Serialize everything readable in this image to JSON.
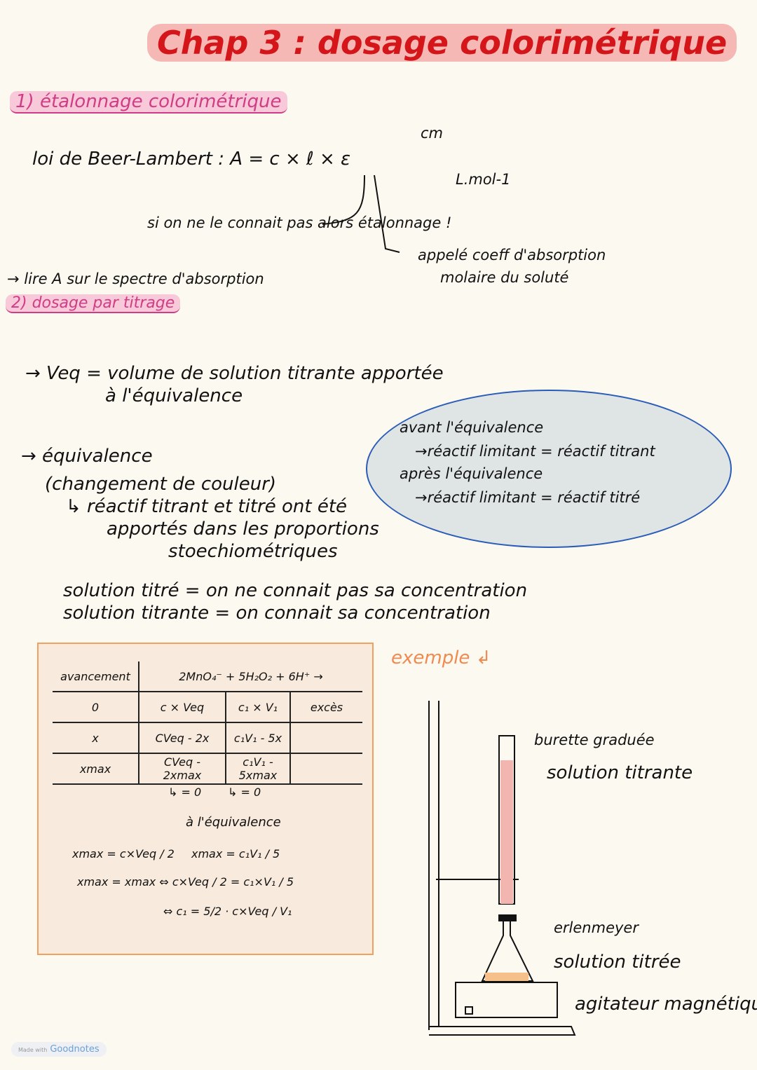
{
  "title": "Chap 3 : dosage colorimétrique",
  "section1": {
    "heading": "1) étalonnage colorimétrique",
    "law": "loi de Beer-Lambert :  A = c × ℓ × ε",
    "unit_l": "cm",
    "unit_eps": "L.mol-1",
    "note_c": "si on ne le connait pas alors étalonnage !",
    "note_eps_1": "appelé coeff d'absorption",
    "note_eps_2": "molaire du soluté",
    "read_a": "→ lire A sur le spectre d'absorption"
  },
  "section2": {
    "heading": "2) dosage par titrage",
    "veq_1": "→ Veq = volume de solution titrante apportée",
    "veq_2": "à l'équivalence",
    "equiv_1": "→ équivalence",
    "equiv_2": "(changement de couleur)",
    "equiv_3": "↳ réactif titrant et titré ont été",
    "equiv_4": "apportés dans les proportions",
    "equiv_5": "stoechiométriques",
    "bubble": [
      "avant l'équivalence",
      "→réactif limitant = réactif titrant",
      "après l'équivalence",
      "→réactif limitant = réactif titré"
    ],
    "titre": "solution titré = on ne connait pas sa concentration",
    "titrante": "solution titrante = on connait sa concentration",
    "example": "exemple ↲"
  },
  "table": {
    "header": [
      "avancement",
      "2MnO₄⁻  +  5H₂O₂  + 6H⁺  →"
    ],
    "rows": [
      [
        "0",
        "c × Veq",
        "c₁ × V₁",
        "excès"
      ],
      [
        "x",
        "CVeq - 2x",
        "c₁V₁ - 5x",
        ""
      ],
      [
        "xmax",
        "CVeq - 2xmax",
        "c₁V₁ - 5xmax",
        ""
      ]
    ],
    "zero": "↳ = 0",
    "equiv": "à l'équivalence",
    "eq1": "xmax = c×Veq / 2",
    "eq2": "xmax = c₁V₁ / 5",
    "eq3": "xmax = xmax ⇔ c×Veq / 2 = c₁×V₁ / 5",
    "eq4": "⇔ c₁ = 5/2 · c×Veq / V₁"
  },
  "diagram": {
    "labels": [
      "burette graduée",
      "solution titrante",
      "erlenmeyer",
      "solution titrée",
      "agitateur magnétique"
    ],
    "colors": {
      "titrant": "#f2b5b0",
      "titre": "#f5c08a"
    }
  },
  "footer": {
    "made": "Made with",
    "brand": "Goodnotes"
  }
}
